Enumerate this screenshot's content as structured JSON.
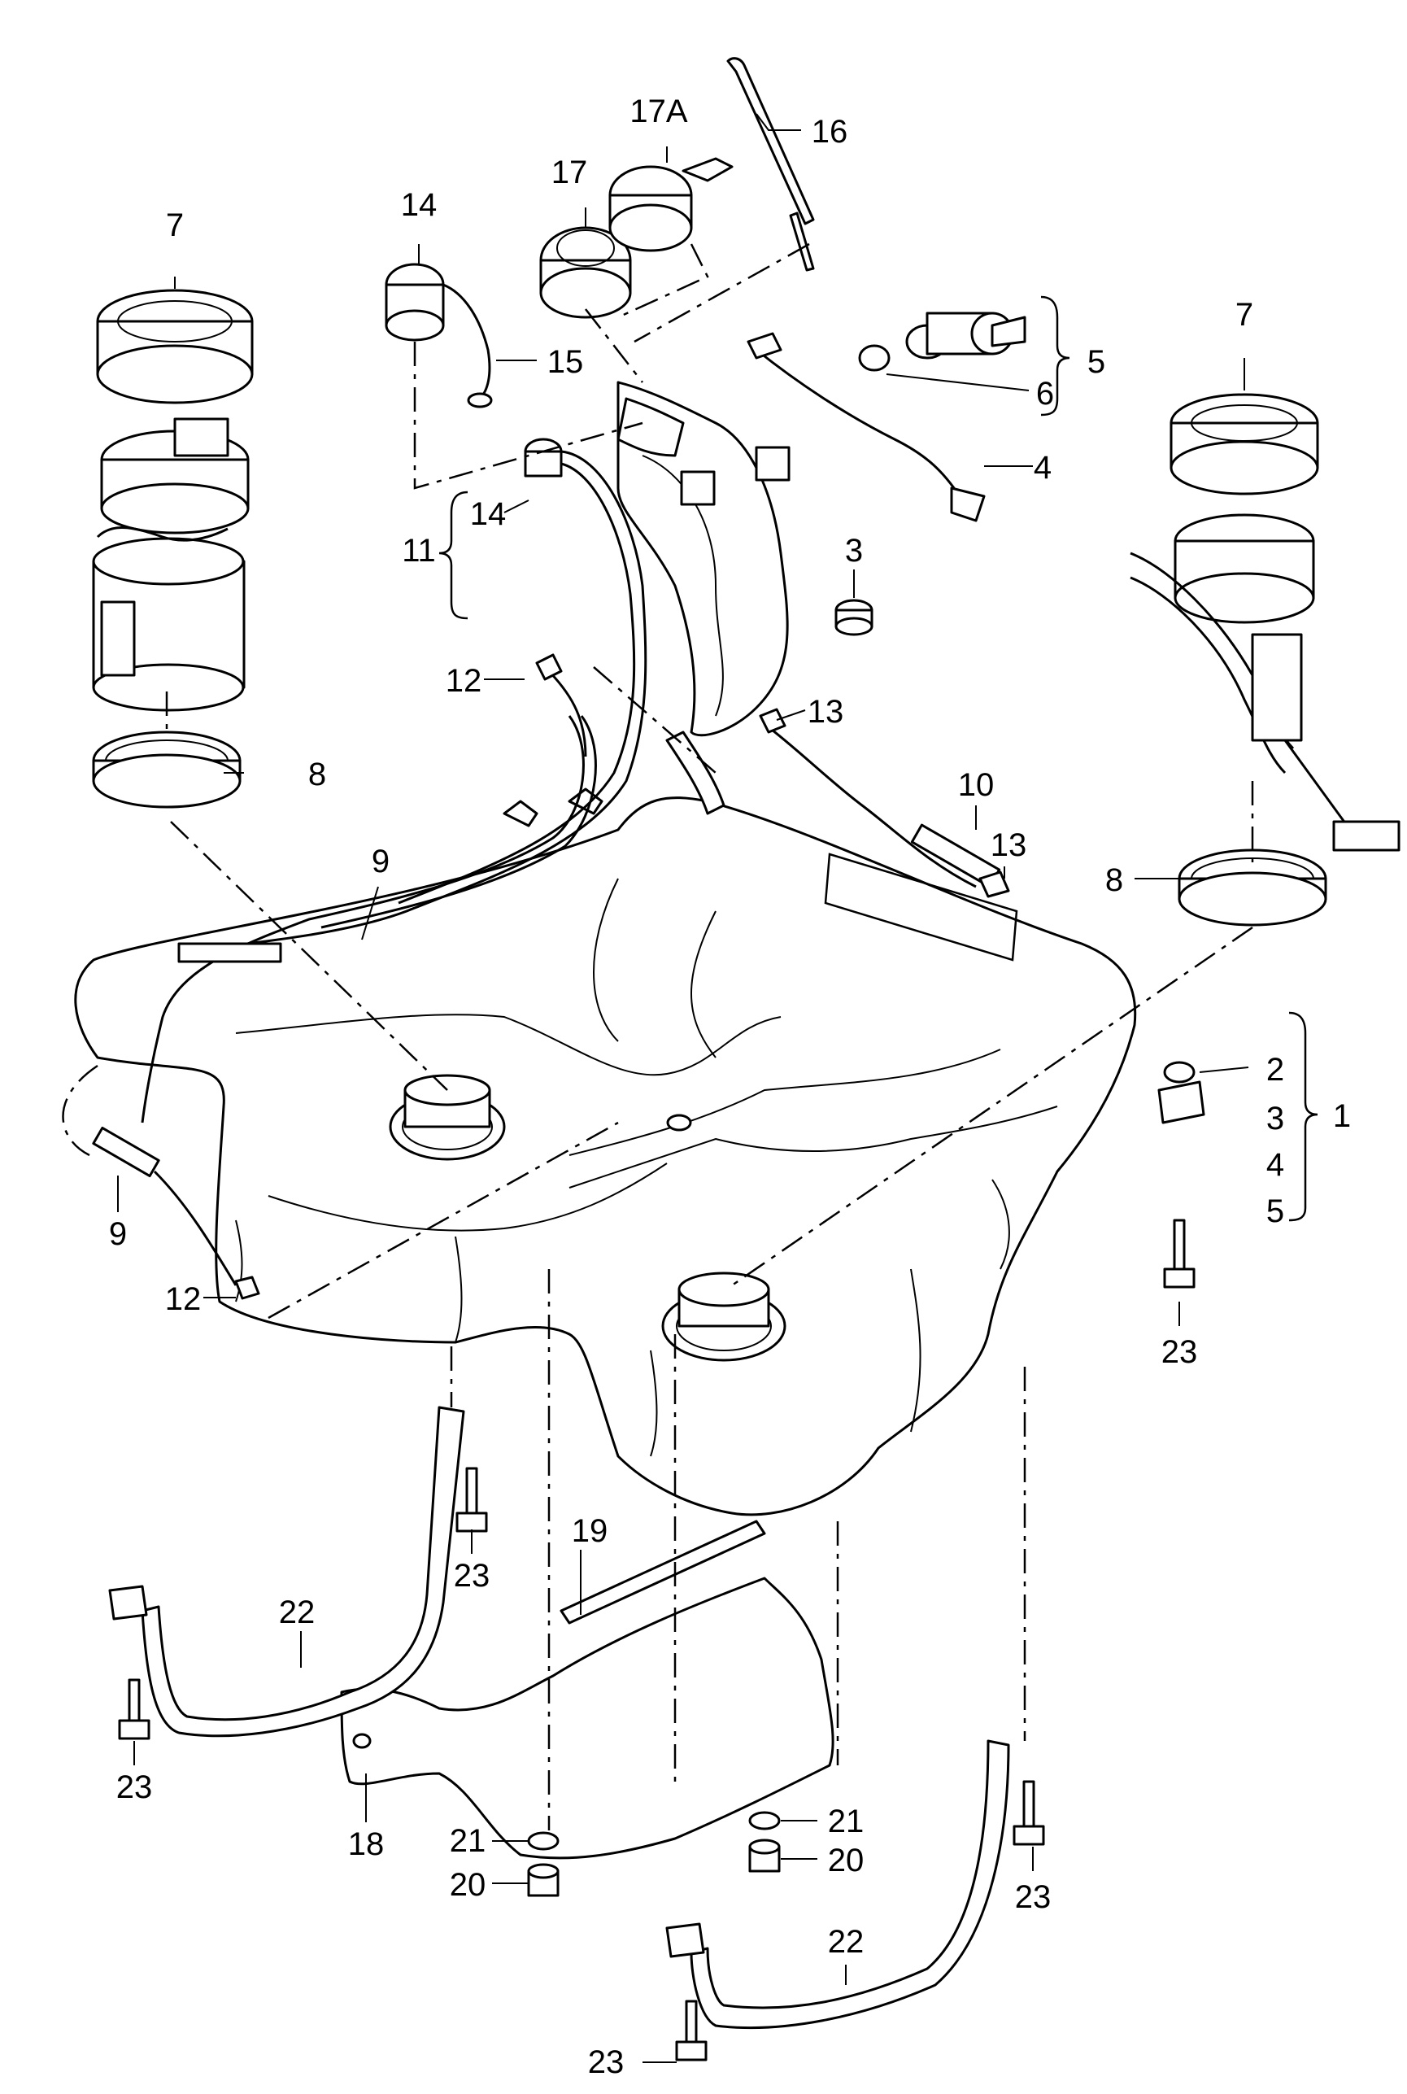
{
  "diagram": {
    "type": "exploded parts diagram",
    "colors": {
      "line": "#000000",
      "background": "#ffffff"
    },
    "callouts": {
      "c1": "1",
      "c2": "2",
      "c3a": "3",
      "c3b": "3",
      "c4a": "4",
      "c4b": "4",
      "c5a": "5",
      "c5b": "5",
      "c6": "6",
      "c7a": "7",
      "c7b": "7",
      "c8a": "8",
      "c8b": "8",
      "c9a": "9",
      "c9b": "9",
      "c10": "10",
      "c11": "11",
      "c12a": "12",
      "c12b": "12",
      "c13a": "13",
      "c13b": "13",
      "c14a": "14",
      "c14b": "14",
      "c15": "15",
      "c16": "16",
      "c17": "17",
      "c17A": "17A",
      "c18": "18",
      "c19": "19",
      "c20a": "20",
      "c20b": "20",
      "c21a": "21",
      "c21b": "21",
      "c22a": "22",
      "c22b": "22",
      "c23a": "23",
      "c23b": "23",
      "c23c": "23",
      "c23d": "23",
      "c23e": "23"
    }
  }
}
